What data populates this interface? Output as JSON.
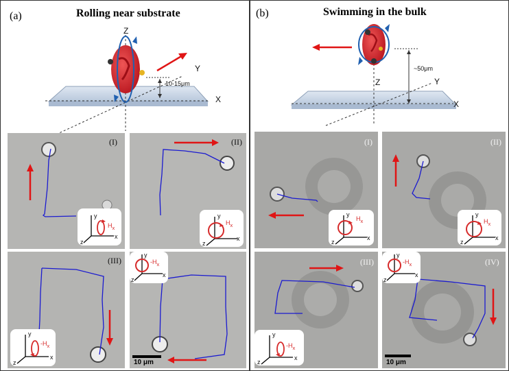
{
  "panel_a": {
    "label": "(a)",
    "title": "Rolling near substrate",
    "axes": {
      "z": "Z",
      "y": "Y",
      "x": "X"
    },
    "gap": "10-15μm",
    "frames": [
      "(I)",
      "(II)",
      "(III)",
      ""
    ],
    "field_labels": [
      "H",
      "H",
      "-H",
      "-H"
    ],
    "field_subs": [
      "x",
      "x",
      "x",
      "x"
    ],
    "scale": "10 μm"
  },
  "panel_b": {
    "label": "(b)",
    "title": "Swimming in the bulk",
    "axes": {
      "z": "Z",
      "y": "Y",
      "x": "X"
    },
    "gap": "~50μm",
    "frames": [
      "(I)",
      "(II)",
      "(III)",
      "(IV)"
    ],
    "field_labels": [
      "H",
      "H",
      "-H",
      "-H"
    ],
    "field_subs": [
      "x",
      "x",
      "x",
      "x"
    ],
    "scale": "10 μm"
  },
  "inset_axes": {
    "x": "x",
    "y": "y",
    "z": "z"
  },
  "colors": {
    "arrow": "#e01515",
    "track": "#1a1ad0",
    "cell": "#d62a2a",
    "substrate": "#c9d6e6",
    "curl": "#2060b0"
  }
}
